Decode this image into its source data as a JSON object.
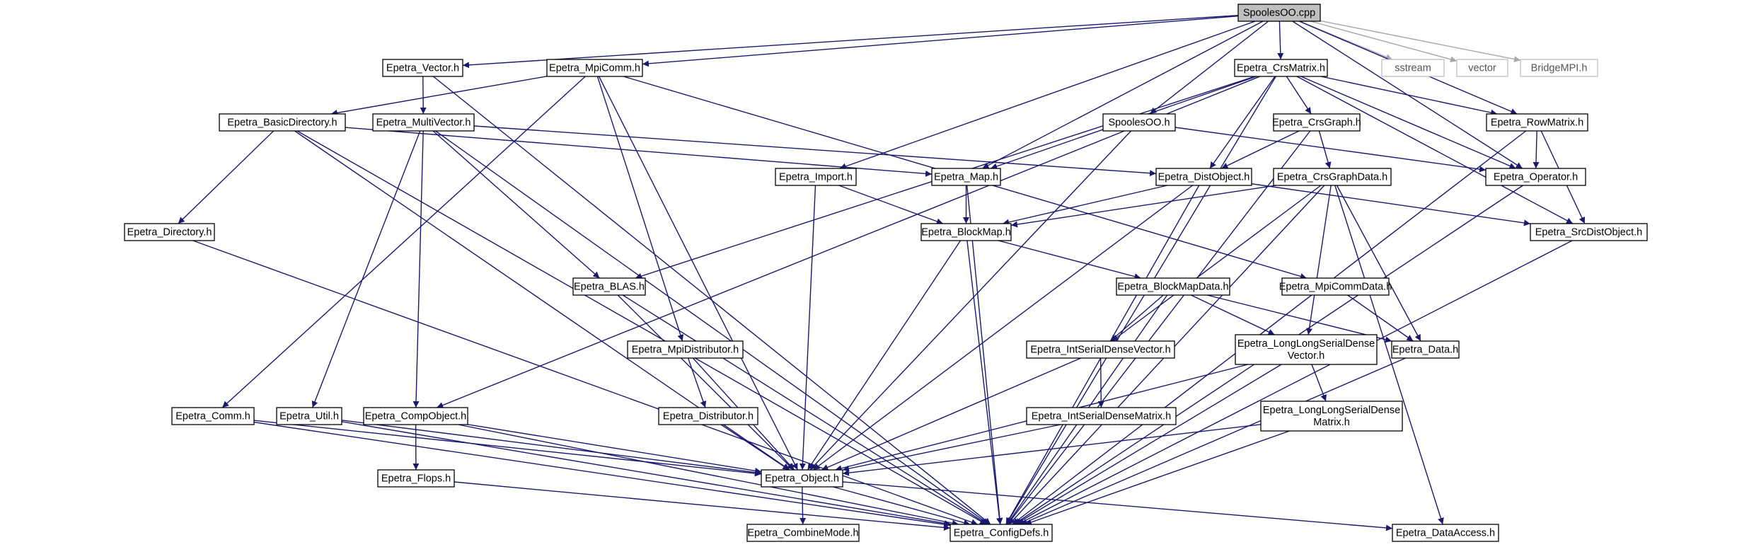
{
  "nodes": [
    {
      "id": "SpoolesOO_cpp",
      "lines": [
        "SpoolesOO.cpp"
      ],
      "style": "root"
    },
    {
      "id": "Epetra_Vector",
      "lines": [
        "Epetra_Vector.h"
      ]
    },
    {
      "id": "Epetra_MpiComm",
      "lines": [
        "Epetra_MpiComm.h"
      ]
    },
    {
      "id": "Epetra_CrsMatrix",
      "lines": [
        "Epetra_CrsMatrix.h"
      ]
    },
    {
      "id": "sstream",
      "lines": [
        "sstream"
      ],
      "style": "ext"
    },
    {
      "id": "vector",
      "lines": [
        "vector"
      ],
      "style": "ext"
    },
    {
      "id": "BridgeMPI",
      "lines": [
        "BridgeMPI.h"
      ],
      "style": "ext"
    },
    {
      "id": "Epetra_BasicDirectory",
      "lines": [
        "Epetra_BasicDirectory.h"
      ]
    },
    {
      "id": "Epetra_MultiVector",
      "lines": [
        "Epetra_MultiVector.h"
      ]
    },
    {
      "id": "SpoolesOO_h",
      "lines": [
        "SpoolesOO.h"
      ]
    },
    {
      "id": "Epetra_CrsGraph",
      "lines": [
        "Epetra_CrsGraph.h"
      ]
    },
    {
      "id": "Epetra_RowMatrix",
      "lines": [
        "Epetra_RowMatrix.h"
      ]
    },
    {
      "id": "Epetra_Import",
      "lines": [
        "Epetra_Import.h"
      ]
    },
    {
      "id": "Epetra_Map",
      "lines": [
        "Epetra_Map.h"
      ]
    },
    {
      "id": "Epetra_DistObject",
      "lines": [
        "Epetra_DistObject.h"
      ]
    },
    {
      "id": "Epetra_CrsGraphData",
      "lines": [
        "Epetra_CrsGraphData.h"
      ]
    },
    {
      "id": "Epetra_Operator",
      "lines": [
        "Epetra_Operator.h"
      ]
    },
    {
      "id": "Epetra_Directory",
      "lines": [
        "Epetra_Directory.h"
      ]
    },
    {
      "id": "Epetra_BlockMap",
      "lines": [
        "Epetra_BlockMap.h"
      ]
    },
    {
      "id": "Epetra_SrcDistObject",
      "lines": [
        "Epetra_SrcDistObject.h"
      ]
    },
    {
      "id": "Epetra_BLAS",
      "lines": [
        "Epetra_BLAS.h"
      ]
    },
    {
      "id": "Epetra_BlockMapData",
      "lines": [
        "Epetra_BlockMapData.h"
      ]
    },
    {
      "id": "Epetra_MpiCommData",
      "lines": [
        "Epetra_MpiCommData.h"
      ]
    },
    {
      "id": "Epetra_MpiDistributor",
      "lines": [
        "Epetra_MpiDistributor.h"
      ]
    },
    {
      "id": "Epetra_IntSerialDenseVector",
      "lines": [
        "Epetra_IntSerialDenseVector.h"
      ]
    },
    {
      "id": "Epetra_LongLongSerialDenseVector",
      "lines": [
        "Epetra_LongLongSerialDense",
        "Vector.h"
      ]
    },
    {
      "id": "Epetra_Data",
      "lines": [
        "Epetra_Data.h"
      ]
    },
    {
      "id": "Epetra_Comm",
      "lines": [
        "Epetra_Comm.h"
      ]
    },
    {
      "id": "Epetra_Util",
      "lines": [
        "Epetra_Util.h"
      ]
    },
    {
      "id": "Epetra_CompObject",
      "lines": [
        "Epetra_CompObject.h"
      ]
    },
    {
      "id": "Epetra_Distributor",
      "lines": [
        "Epetra_Distributor.h"
      ]
    },
    {
      "id": "Epetra_IntSerialDenseMatrix",
      "lines": [
        "Epetra_IntSerialDenseMatrix.h"
      ]
    },
    {
      "id": "Epetra_LongLongSerialDenseMatrix",
      "lines": [
        "Epetra_LongLongSerialDense",
        "Matrix.h"
      ]
    },
    {
      "id": "Epetra_Flops",
      "lines": [
        "Epetra_Flops.h"
      ]
    },
    {
      "id": "Epetra_Object",
      "lines": [
        "Epetra_Object.h"
      ]
    },
    {
      "id": "Epetra_CombineMode",
      "lines": [
        "Epetra_CombineMode.h"
      ]
    },
    {
      "id": "Epetra_ConfigDefs",
      "lines": [
        "Epetra_ConfigDefs.h"
      ]
    },
    {
      "id": "Epetra_DataAccess",
      "lines": [
        "Epetra_DataAccess.h"
      ]
    }
  ],
  "edges": [
    [
      "SpoolesOO_cpp",
      "Epetra_Vector"
    ],
    [
      "SpoolesOO_cpp",
      "Epetra_MpiComm"
    ],
    [
      "SpoolesOO_cpp",
      "Epetra_CrsMatrix"
    ],
    [
      "SpoolesOO_cpp",
      "sstream",
      "gray"
    ],
    [
      "SpoolesOO_cpp",
      "vector",
      "gray"
    ],
    [
      "SpoolesOO_cpp",
      "BridgeMPI",
      "gray"
    ],
    [
      "SpoolesOO_cpp",
      "SpoolesOO_h"
    ],
    [
      "SpoolesOO_cpp",
      "Epetra_RowMatrix"
    ],
    [
      "SpoolesOO_cpp",
      "Epetra_Operator"
    ],
    [
      "SpoolesOO_cpp",
      "Epetra_Import"
    ],
    [
      "SpoolesOO_cpp",
      "Epetra_Map"
    ],
    [
      "Epetra_Vector",
      "Epetra_MultiVector"
    ],
    [
      "Epetra_Vector",
      "Epetra_ConfigDefs"
    ],
    [
      "Epetra_MpiComm",
      "Epetra_BasicDirectory"
    ],
    [
      "Epetra_MpiComm",
      "Epetra_Comm"
    ],
    [
      "Epetra_MpiComm",
      "Epetra_MpiDistributor"
    ],
    [
      "Epetra_MpiComm",
      "Epetra_Object"
    ],
    [
      "Epetra_MpiComm",
      "Epetra_MpiCommData"
    ],
    [
      "Epetra_CrsMatrix",
      "Epetra_CrsGraph"
    ],
    [
      "Epetra_CrsMatrix",
      "Epetra_RowMatrix"
    ],
    [
      "Epetra_CrsMatrix",
      "Epetra_Operator"
    ],
    [
      "Epetra_CrsMatrix",
      "Epetra_Map"
    ],
    [
      "Epetra_CrsMatrix",
      "Epetra_DistObject"
    ],
    [
      "Epetra_CrsMatrix",
      "Epetra_BLAS"
    ],
    [
      "Epetra_CrsMatrix",
      "Epetra_CompObject"
    ],
    [
      "Epetra_CrsMatrix",
      "Epetra_ConfigDefs"
    ],
    [
      "Epetra_CrsMatrix",
      "Epetra_SrcDistObject"
    ],
    [
      "Epetra_BasicDirectory",
      "Epetra_Directory"
    ],
    [
      "Epetra_BasicDirectory",
      "Epetra_Map"
    ],
    [
      "Epetra_BasicDirectory",
      "Epetra_Object"
    ],
    [
      "Epetra_BasicDirectory",
      "Epetra_ConfigDefs"
    ],
    [
      "Epetra_MultiVector",
      "Epetra_DistObject"
    ],
    [
      "Epetra_MultiVector",
      "Epetra_BLAS"
    ],
    [
      "Epetra_MultiVector",
      "Epetra_CompObject"
    ],
    [
      "Epetra_MultiVector",
      "Epetra_Util"
    ],
    [
      "Epetra_MultiVector",
      "Epetra_ConfigDefs"
    ],
    [
      "SpoolesOO_h",
      "Epetra_Object"
    ],
    [
      "SpoolesOO_h",
      "Epetra_Operator"
    ],
    [
      "Epetra_CrsGraph",
      "Epetra_DistObject"
    ],
    [
      "Epetra_CrsGraph",
      "Epetra_CrsGraphData"
    ],
    [
      "Epetra_CrsGraph",
      "Epetra_ConfigDefs"
    ],
    [
      "Epetra_RowMatrix",
      "Epetra_Operator"
    ],
    [
      "Epetra_RowMatrix",
      "Epetra_SrcDistObject"
    ],
    [
      "Epetra_RowMatrix",
      "Epetra_ConfigDefs"
    ],
    [
      "Epetra_Import",
      "Epetra_BlockMap"
    ],
    [
      "Epetra_Import",
      "Epetra_Object"
    ],
    [
      "Epetra_Map",
      "Epetra_BlockMap"
    ],
    [
      "Epetra_Map",
      "Epetra_ConfigDefs"
    ],
    [
      "Epetra_DistObject",
      "Epetra_BlockMap"
    ],
    [
      "Epetra_DistObject",
      "Epetra_SrcDistObject"
    ],
    [
      "Epetra_DistObject",
      "Epetra_Object"
    ],
    [
      "Epetra_DistObject",
      "Epetra_ConfigDefs"
    ],
    [
      "Epetra_CrsGraphData",
      "Epetra_BlockMap"
    ],
    [
      "Epetra_CrsGraphData",
      "Epetra_IntSerialDenseVector"
    ],
    [
      "Epetra_CrsGraphData",
      "Epetra_LongLongSerialDenseVector"
    ],
    [
      "Epetra_CrsGraphData",
      "Epetra_Data"
    ],
    [
      "Epetra_CrsGraphData",
      "Epetra_ConfigDefs"
    ],
    [
      "Epetra_CrsGraphData",
      "Epetra_DataAccess"
    ],
    [
      "Epetra_Operator",
      "Epetra_ConfigDefs"
    ],
    [
      "Epetra_Directory",
      "Epetra_ConfigDefs"
    ],
    [
      "Epetra_BlockMap",
      "Epetra_BlockMapData"
    ],
    [
      "Epetra_BlockMap",
      "Epetra_Object"
    ],
    [
      "Epetra_BlockMap",
      "Epetra_ConfigDefs"
    ],
    [
      "Epetra_SrcDistObject",
      "Epetra_ConfigDefs"
    ],
    [
      "Epetra_BLAS",
      "Epetra_Object"
    ],
    [
      "Epetra_BLAS",
      "Epetra_ConfigDefs"
    ],
    [
      "Epetra_BlockMapData",
      "Epetra_IntSerialDenseVector"
    ],
    [
      "Epetra_BlockMapData",
      "Epetra_LongLongSerialDenseVector"
    ],
    [
      "Epetra_BlockMapData",
      "Epetra_Data"
    ],
    [
      "Epetra_BlockMapData",
      "Epetra_ConfigDefs"
    ],
    [
      "Epetra_MpiCommData",
      "Epetra_Data"
    ],
    [
      "Epetra_MpiDistributor",
      "Epetra_Distributor"
    ],
    [
      "Epetra_MpiDistributor",
      "Epetra_Object"
    ],
    [
      "Epetra_IntSerialDenseVector",
      "Epetra_IntSerialDenseMatrix"
    ],
    [
      "Epetra_IntSerialDenseVector",
      "Epetra_Object"
    ],
    [
      "Epetra_LongLongSerialDenseVector",
      "Epetra_LongLongSerialDenseMatrix"
    ],
    [
      "Epetra_LongLongSerialDenseVector",
      "Epetra_Object"
    ],
    [
      "Epetra_LongLongSerialDenseVector",
      "Epetra_ConfigDefs"
    ],
    [
      "Epetra_Data",
      "Epetra_ConfigDefs"
    ],
    [
      "Epetra_Comm",
      "Epetra_Object"
    ],
    [
      "Epetra_Comm",
      "Epetra_ConfigDefs"
    ],
    [
      "Epetra_Util",
      "Epetra_Object"
    ],
    [
      "Epetra_Util",
      "Epetra_ConfigDefs"
    ],
    [
      "Epetra_CompObject",
      "Epetra_Flops"
    ],
    [
      "Epetra_CompObject",
      "Epetra_Object"
    ],
    [
      "Epetra_CompObject",
      "Epetra_ConfigDefs"
    ],
    [
      "Epetra_Distributor",
      "Epetra_Object"
    ],
    [
      "Epetra_IntSerialDenseMatrix",
      "Epetra_Object"
    ],
    [
      "Epetra_LongLongSerialDenseMatrix",
      "Epetra_Object"
    ],
    [
      "Epetra_LongLongSerialDenseMatrix",
      "Epetra_ConfigDefs"
    ],
    [
      "Epetra_Flops",
      "Epetra_ConfigDefs"
    ],
    [
      "Epetra_Object",
      "Epetra_CombineMode"
    ],
    [
      "Epetra_Object",
      "Epetra_ConfigDefs"
    ],
    [
      "Epetra_Object",
      "Epetra_DataAccess"
    ]
  ]
}
